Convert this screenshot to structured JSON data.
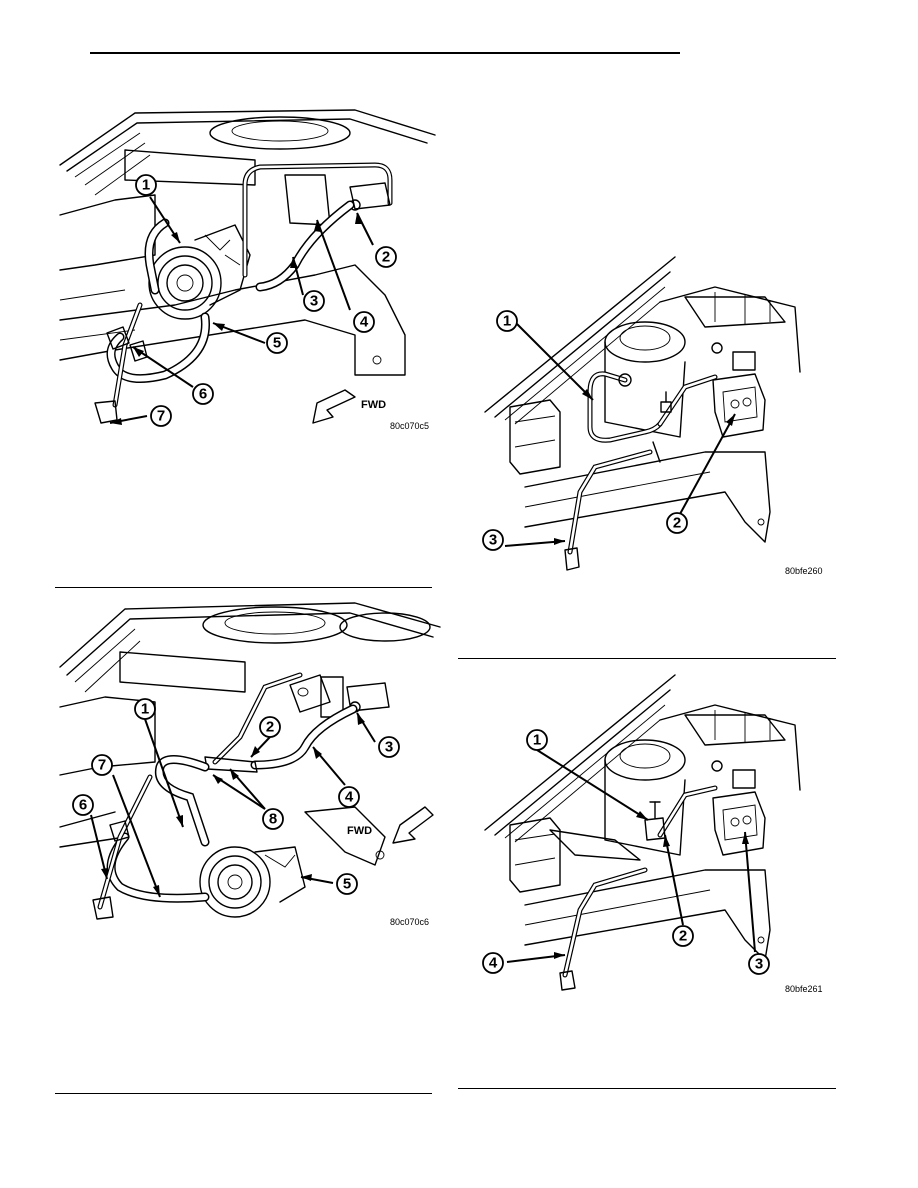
{
  "figures": [
    {
      "code": "80c070c5",
      "callouts": [
        "1",
        "2",
        "3",
        "4",
        "5",
        "6",
        "7"
      ],
      "fwd_label": "FWD"
    },
    {
      "code": "80c070c6",
      "callouts": [
        "1",
        "2",
        "3",
        "4",
        "5",
        "6",
        "7",
        "8"
      ],
      "fwd_label": "FWD"
    },
    {
      "code": "80bfe260",
      "callouts": [
        "1",
        "2",
        "3"
      ]
    },
    {
      "code": "80bfe261",
      "callouts": [
        "1",
        "2",
        "3",
        "4"
      ]
    }
  ]
}
